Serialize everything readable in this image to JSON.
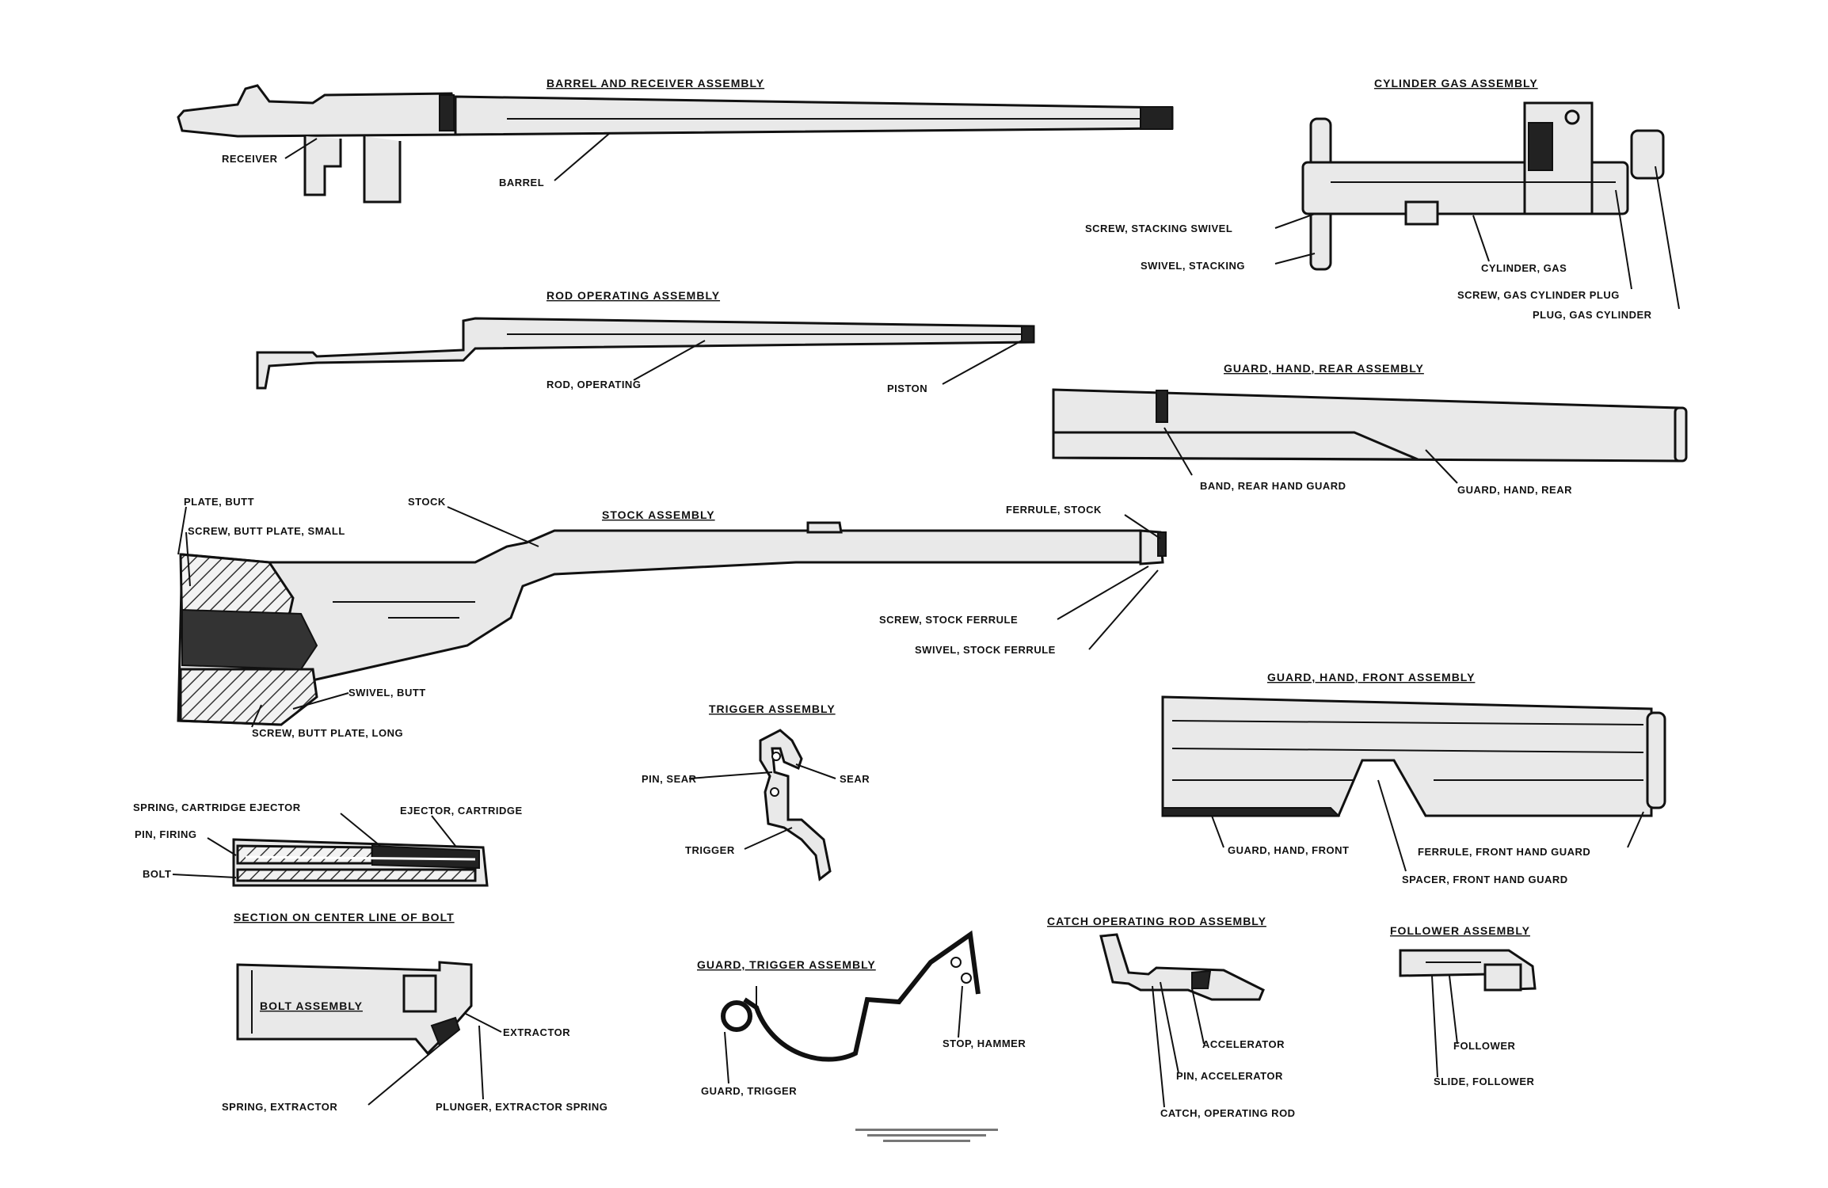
{
  "diagram": {
    "titles": {
      "barrel_receiver": "BARREL AND RECEIVER ASSEMBLY",
      "cylinder_gas": "CYLINDER GAS ASSEMBLY",
      "rod_operating": "ROD OPERATING ASSEMBLY",
      "guard_hand_rear": "GUARD, HAND, REAR ASSEMBLY",
      "stock": "STOCK ASSEMBLY",
      "guard_hand_front": "GUARD, HAND, FRONT ASSEMBLY",
      "trigger": "TRIGGER ASSEMBLY",
      "bolt_section": "SECTION ON CENTER LINE OF BOLT",
      "bolt": "BOLT ASSEMBLY",
      "guard_trigger": "GUARD, TRIGGER ASSEMBLY",
      "catch_operating_rod": "CATCH OPERATING ROD ASSEMBLY",
      "follower": "FOLLOWER ASSEMBLY"
    },
    "labels": {
      "receiver": "RECEIVER",
      "barrel": "BARREL",
      "screw_stacking_swivel": "SCREW, STACKING SWIVEL",
      "swivel_stacking": "SWIVEL, STACKING",
      "cylinder_gas": "CYLINDER, GAS",
      "screw_gas_cylinder_plug": "SCREW, GAS CYLINDER PLUG",
      "plug_gas_cylinder": "PLUG, GAS CYLINDER",
      "rod_operating": "ROD, OPERATING",
      "piston": "PISTON",
      "band_rear_hand_guard": "BAND, REAR HAND GUARD",
      "guard_hand_rear": "GUARD, HAND, REAR",
      "plate_butt": "PLATE, BUTT",
      "screw_butt_plate_small": "SCREW, BUTT PLATE, SMALL",
      "stock": "STOCK",
      "ferrule_stock": "FERRULE, STOCK",
      "screw_stock_ferrule": "SCREW, STOCK FERRULE",
      "swivel_stock_ferrule": "SWIVEL, STOCK FERRULE",
      "swivel_butt": "SWIVEL, BUTT",
      "screw_butt_plate_long": "SCREW, BUTT PLATE, LONG",
      "pin_sear": "PIN, SEAR",
      "sear": "SEAR",
      "trigger": "TRIGGER",
      "guard_hand_front": "GUARD, HAND, FRONT",
      "ferrule_front_hand_guard": "FERRULE, FRONT HAND GUARD",
      "spacer_front_hand_guard": "SPACER, FRONT HAND GUARD",
      "spring_cartridge_ejector": "SPRING, CARTRIDGE EJECTOR",
      "ejector_cartridge": "EJECTOR, CARTRIDGE",
      "pin_firing": "PIN, FIRING",
      "bolt": "BOLT",
      "extractor": "EXTRACTOR",
      "spring_extractor": "SPRING, EXTRACTOR",
      "plunger_extractor_spring": "PLUNGER, EXTRACTOR SPRING",
      "guard_trigger": "GUARD, TRIGGER",
      "stop_hammer": "STOP, HAMMER",
      "accelerator": "ACCELERATOR",
      "pin_accelerator": "PIN, ACCELERATOR",
      "catch_operating_rod": "CATCH, OPERATING ROD",
      "follower": "FOLLOWER",
      "slide_follower": "SLIDE, FOLLOWER"
    }
  }
}
